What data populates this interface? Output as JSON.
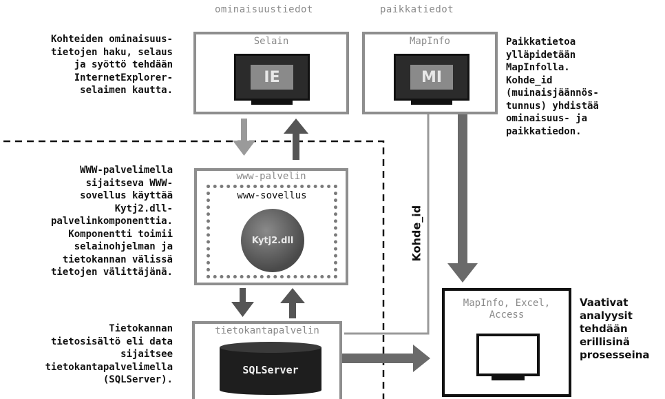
{
  "headers": {
    "left": "ominaisuustiedot",
    "right": "paikkatiedot"
  },
  "left_texts": {
    "top": "Kohteiden ominaisuus-\ntietojen haku, selaus\nja syöttö tehdään\nInternetExplorer-\nselaimen kautta.",
    "middle": "WWW-palvelimella\nsijaitseva WWW-\nsovellus käyttää\nKytj2.dll-\npalvelinkomponenttia.\nKomponentti toimii\nselainohjelman ja\ntietokannan välissä\ntietojen välittäjänä.",
    "bottom": "Tietokannan\ntietosisältö eli data\nsijaitsee\ntietokantapalvelimella\n(SQLServer)."
  },
  "right_texts": {
    "top": "Paikkatietoa\nylläpidetään\nMapInfolla.\nKohde_id\n(muinaisjäännös-\ntunnus) yhdistää\nominaisuus- ja\npaikkatiedon.",
    "bottom": "Vaativat\nanalyysit\ntehdään\nerillisinä\nprosesseina"
  },
  "boxes": {
    "selain": {
      "title": "Selain",
      "screen_label": "IE"
    },
    "mapinfo": {
      "title": "MapInfo",
      "screen_label": "MI"
    },
    "www": {
      "title": "www-palvelin",
      "inner_title": "www-sovellus",
      "component": "Kytj2.dll"
    },
    "db": {
      "title": "tietokantapalvelin",
      "cylinder_label": "SQLServer"
    },
    "analysis": {
      "title": "MapInfo, Excel,\nAccess"
    }
  },
  "link_label": "Kohde_id",
  "colors": {
    "box_border": "#8e8e8e",
    "arrow": "#6e6e6e",
    "dark": "#111111"
  }
}
